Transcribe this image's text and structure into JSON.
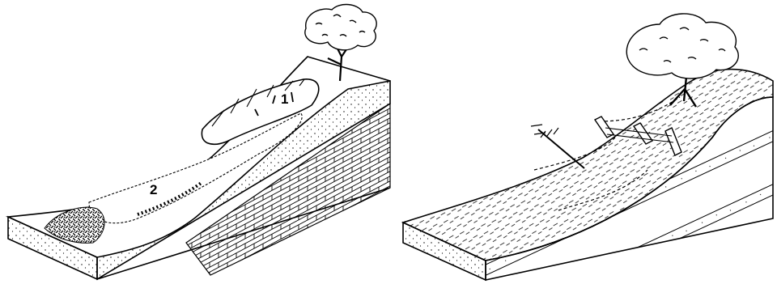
{
  "figure": {
    "left_panel": {
      "labels": [
        {
          "id": "1",
          "text": "1"
        },
        {
          "id": "2",
          "text": "2"
        }
      ]
    },
    "right_panel": {}
  },
  "colors": {
    "ink": "#000000",
    "paper": "#ffffff"
  }
}
